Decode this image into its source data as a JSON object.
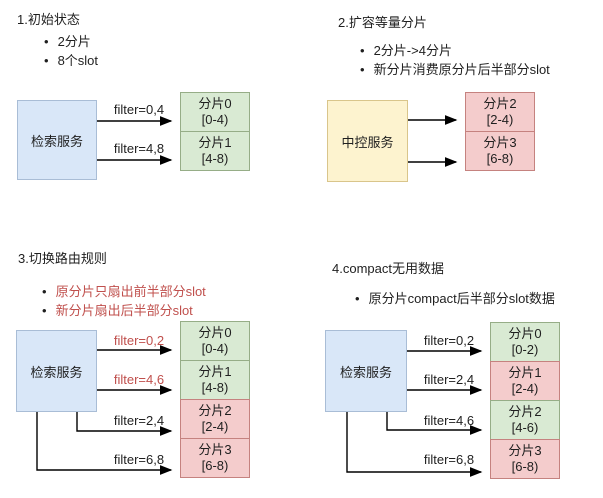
{
  "colors": {
    "green_fill": "#d9ead3",
    "green_stroke": "#96ad87",
    "red_fill": "#f4cccc",
    "red_stroke": "#c5827f",
    "blue_fill": "#d9e7f8",
    "blue_stroke": "#a9bdd6",
    "yellow_fill": "#fdf3cf",
    "yellow_stroke": "#d9c58b",
    "red_text": "#c0504d",
    "arrow": "#000000"
  },
  "sections": {
    "s1": {
      "title": "1.初始状态",
      "bullets": [
        "2分片",
        "8个slot"
      ],
      "service": "检索服务",
      "arrow_labels": [
        "filter=0,4",
        "filter=4,8"
      ],
      "shards": [
        {
          "name": "分片0",
          "range": "[0-4)",
          "color": "green"
        },
        {
          "name": "分片1",
          "range": "[4-8)",
          "color": "green"
        }
      ]
    },
    "s2": {
      "title": "2.扩容等量分片",
      "bullets": [
        "2分片->4分片",
        "新分片消费原分片后半部分slot"
      ],
      "service": "中控服务",
      "shards": [
        {
          "name": "分片2",
          "range": "[2-4)",
          "color": "red"
        },
        {
          "name": "分片3",
          "range": "[6-8)",
          "color": "red"
        }
      ]
    },
    "s3": {
      "title": "3.切换路由规则",
      "bullets": [
        "原分片只扇出前半部分slot",
        "新分片扇出后半部分slot"
      ],
      "service": "检索服务",
      "arrow_labels": [
        {
          "text": "filter=0,2",
          "emphasis": "red"
        },
        {
          "text": "filter=4,6",
          "emphasis": "red"
        },
        {
          "text": "filter=2,4",
          "emphasis": "black"
        },
        {
          "text": "filter=6,8",
          "emphasis": "black"
        }
      ],
      "shards": [
        {
          "name": "分片0",
          "range": "[0-4)",
          "color": "green"
        },
        {
          "name": "分片1",
          "range": "[4-8)",
          "color": "green"
        },
        {
          "name": "分片2",
          "range": "[2-4)",
          "color": "red"
        },
        {
          "name": "分片3",
          "range": "[6-8)",
          "color": "red"
        }
      ]
    },
    "s4": {
      "title": "4.compact无用数据",
      "bullets": [
        "原分片compact后半部分slot数据"
      ],
      "service": "检索服务",
      "arrow_labels": [
        {
          "text": "filter=0,2",
          "emphasis": "black"
        },
        {
          "text": "filter=2,4",
          "emphasis": "black"
        },
        {
          "text": "filter=4,6",
          "emphasis": "black"
        },
        {
          "text": "filter=6,8",
          "emphasis": "black"
        }
      ],
      "shards": [
        {
          "name": "分片0",
          "range": "[0-2)",
          "color": "green"
        },
        {
          "name": "分片1",
          "range": "[2-4)",
          "color": "red"
        },
        {
          "name": "分片2",
          "range": "[4-6)",
          "color": "green"
        },
        {
          "name": "分片3",
          "range": "[6-8)",
          "color": "red"
        }
      ]
    }
  }
}
